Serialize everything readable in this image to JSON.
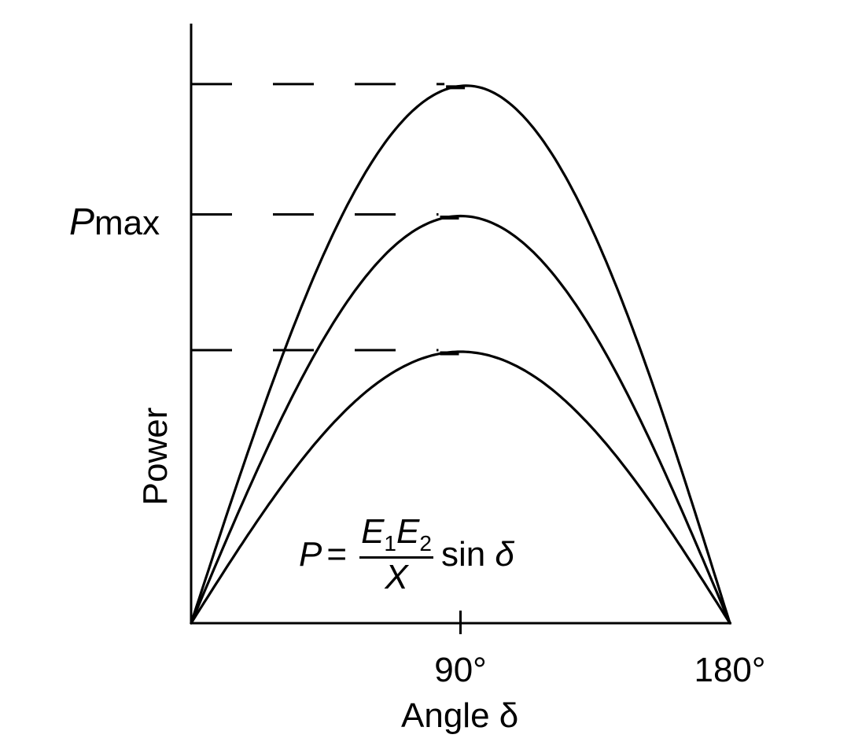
{
  "chart_data": {
    "type": "line",
    "xlabel": "Angle δ",
    "ylabel": "Power",
    "xticks": [
      {
        "value": 90,
        "label": "90°"
      },
      {
        "value": 180,
        "label": "180°"
      }
    ],
    "xlim": [
      0,
      180
    ],
    "ylim": [
      0,
      1.0
    ],
    "y_reference": {
      "label_symbol": "P",
      "label_subscript": "max",
      "levels": [
        0.75,
        0.5
      ]
    },
    "formula": {
      "lhs": "P",
      "equals": "=",
      "numerator": [
        "E",
        "1",
        "E",
        "2"
      ],
      "denominator": "X",
      "function": "sin",
      "variable": "δ"
    },
    "series": [
      {
        "peak": 0.99,
        "peak_x": 92,
        "x": [
          0,
          30,
          60,
          92,
          120,
          150,
          180
        ],
        "y": [
          0,
          0.5,
          0.86,
          0.99,
          0.86,
          0.5,
          0
        ]
      },
      {
        "peak": 0.75,
        "peak_x": 90,
        "x": [
          0,
          30,
          60,
          90,
          120,
          150,
          180
        ],
        "y": [
          0,
          0.375,
          0.65,
          0.75,
          0.65,
          0.375,
          0
        ]
      },
      {
        "peak": 0.5,
        "peak_x": 90,
        "x": [
          0,
          30,
          60,
          90,
          120,
          150,
          180
        ],
        "y": [
          0,
          0.25,
          0.43,
          0.5,
          0.43,
          0.25,
          0
        ]
      }
    ],
    "grid": false,
    "legend": "none"
  }
}
